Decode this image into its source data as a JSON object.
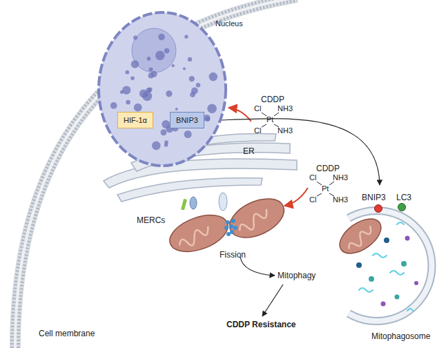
{
  "diagram": {
    "nodes": [
      {
        "text": [
          "Nucleus"
        ]
      },
      {
        "text": [
          "HIF-1α"
        ],
        "in": 0
      },
      {
        "text": [
          "BNIP3"
        ],
        "in": 0
      }
    ],
    "edges": [
      {
        "from": 1,
        "to": 2,
        "arrow": "to"
      }
    ],
    "labels": [
      "CDDP",
      "Cl",
      "NH3",
      "Pt",
      "Cl",
      "NH3",
      "CDDP",
      "Cl",
      "NH3",
      "Pt",
      "Cl",
      "NH3",
      "ER",
      "MERCs",
      "Fission",
      "BNIP3",
      "LC3",
      "Mitophagy",
      "CDDP Resistance",
      "Mitophagosome",
      "Cell membrane"
    ]
  }
}
